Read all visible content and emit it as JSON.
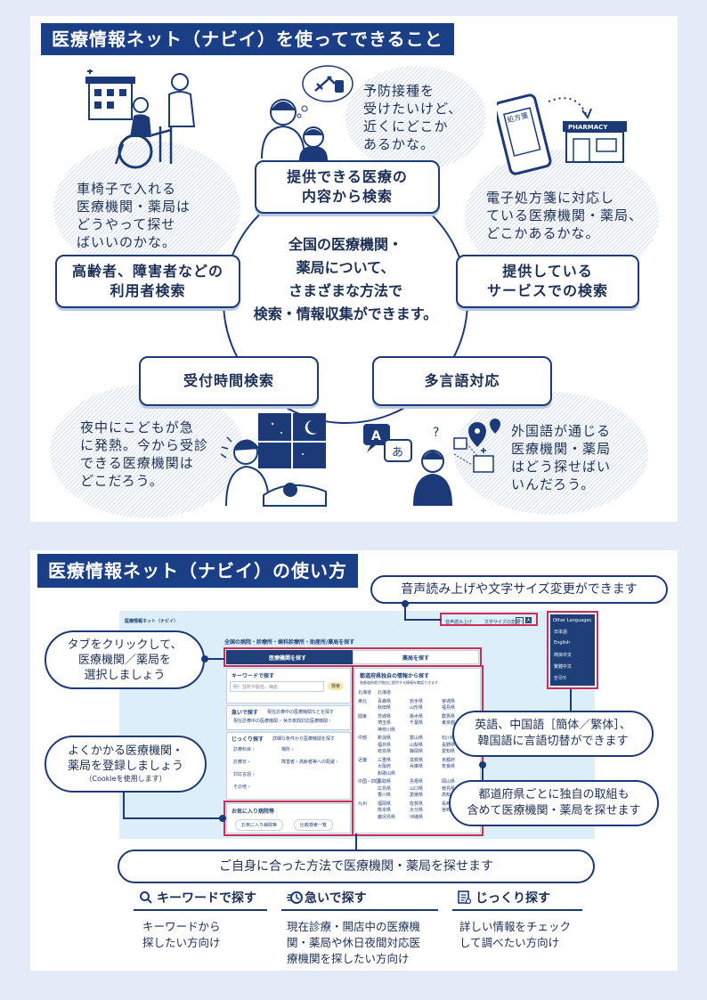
{
  "section1": {
    "title": "医療情報ネット（ナビイ）を使ってできること",
    "center_text": [
      "全国の医療機関・",
      "薬局について、",
      "さまざまな方法で",
      "検索・情報収集ができます。"
    ],
    "features": {
      "content_search": [
        "提供できる医療の",
        "内容から検索"
      ],
      "user_search": [
        "高齢者、障害者などの",
        "利用者検索"
      ],
      "service_search": [
        "提供している",
        "サービスでの検索"
      ],
      "hours_search": "受付時間検索",
      "multilingual": "多言語対応"
    },
    "bubbles": {
      "wheelchair": [
        "車椅子で入れる",
        "医療機関・薬局は",
        "どうやって探せ",
        "ばいいのかな。"
      ],
      "vaccine": [
        "予防接種を",
        "受けたいけど、",
        "近くにどこか",
        "あるかな。"
      ],
      "eprescription": [
        "電子処方箋に対応し",
        "ている医療機関・薬局、",
        "どこかあるかな。"
      ],
      "night": [
        "夜中にこどもが急",
        "に発熱。今から受診",
        "できる医療機関は",
        "どこだろう。"
      ],
      "foreign": [
        "外国語が通じる",
        "医療機関・薬局",
        "はどう探せばい",
        "いんだろう。"
      ]
    },
    "illustration_text": {
      "prescription": "処方箋",
      "pharmacy": "PHARMACY",
      "lang_a": "A",
      "lang_b": "あ"
    }
  },
  "section2": {
    "title": "医療情報ネット（ナビイ）の使い方",
    "callouts": {
      "speech": "音声読み上げや文字サイズ変更ができます",
      "tabs": [
        "タブをクリックして、",
        "医療機関／薬局を",
        "選択しましょう"
      ],
      "languages": [
        "英語、中国語［簡体／繁体］、",
        "韓国語に言語切替ができます"
      ],
      "favorites": [
        "よくかかる医療機関・",
        "薬局を登録しましょう"
      ],
      "favorites_note": "（Cookieを使用します）",
      "prefectures": [
        "都道府県ごとに独自の取組も",
        "含めて医療機関・薬局を探せます"
      ],
      "summary": "ご自身に合った方法で医療機関・薬局を探せます"
    },
    "methods": [
      {
        "icon": "search-icon",
        "title": "キーワードで探す",
        "desc": [
          "キーワードから",
          "探したい方向け"
        ]
      },
      {
        "icon": "clock-icon",
        "title": "急いで探す",
        "desc": [
          "現在診療・開店中の医療機",
          "関・薬局や休日夜間対応医",
          "療機関を探したい方向け"
        ]
      },
      {
        "icon": "list-icon",
        "title": "じっくり探す",
        "desc": [
          "詳しい情報をチェック",
          "して調べたい方向け"
        ]
      }
    ],
    "mock": {
      "site_name": "医療情報ネット（ナビイ）",
      "heading": "全国の病院・診療所・歯科診療所・助産所/薬局を探す",
      "tab_medical": "医療機関を探す",
      "tab_pharmacy": "薬局を探す",
      "keyword_title": "キーワードで探す",
      "keyword_placeholder": "例）住所や駅名、病名",
      "search_button": "検索",
      "urgent_title": "急いで探す",
      "urgent_desc": "現在診療中の医療機関などを探す",
      "urgent_links": [
        "現在診療中の医療機関 ›",
        "休日夜間対応医療機関 ›"
      ],
      "detail_title": "じっくり探す",
      "detail_desc": "詳細な条件から医療機関を探す",
      "detail_items": [
        "診療科目 ›",
        "場所 ›",
        "診療日 ›",
        "障害者・高齢者等への配慮 ›",
        "対応言語 ›",
        "その他 ›"
      ],
      "favorites_title": "お気に入り病院等",
      "favorites_buttons": [
        "お気に入り病院等",
        "比較検索一覧"
      ],
      "pref_title": "都道府県独自の情報から探す",
      "pref_desc": "各都道府県が独自に提供する情報を確認できます",
      "regions": [
        {
          "name": "北海道",
          "prefs": [
            "北海道"
          ]
        },
        {
          "name": "東北",
          "prefs": [
            "青森県",
            "岩手県",
            "宮城県",
            "秋田県",
            "山形県",
            "福島県"
          ]
        },
        {
          "name": "関東",
          "prefs": [
            "茨城県",
            "栃木県",
            "群馬県",
            "埼玉県",
            "千葉県",
            "東京都",
            "神奈川県"
          ]
        },
        {
          "name": "中部",
          "prefs": [
            "新潟県",
            "富山県",
            "石川県",
            "福井県",
            "山梨県",
            "長野県",
            "岐阜県",
            "静岡県",
            "愛知県"
          ]
        },
        {
          "name": "近畿",
          "prefs": [
            "三重県",
            "滋賀県",
            "京都府",
            "大阪府",
            "兵庫県",
            "奈良県",
            "和歌山県"
          ]
        },
        {
          "name": "中国・四国",
          "prefs": [
            "鳥取県",
            "島根県",
            "岡山県",
            "広島県",
            "山口県",
            "徳島県",
            "香川県",
            "愛媛県",
            "高知県"
          ]
        },
        {
          "name": "九州",
          "prefs": [
            "福岡県",
            "佐賀県",
            "長崎県",
            "熊本県",
            "大分県",
            "宮崎県",
            "鹿児島県",
            "沖縄県"
          ]
        }
      ],
      "speech_label": "音声読み上げ",
      "font_size_label": "文字サイズの変更",
      "font_size_small": "小",
      "font_size_large": "大",
      "lang_menu_label": "Other Languages",
      "languages": [
        "日本語",
        "English",
        "简体中文",
        "繁體中文",
        "한국어"
      ]
    }
  }
}
